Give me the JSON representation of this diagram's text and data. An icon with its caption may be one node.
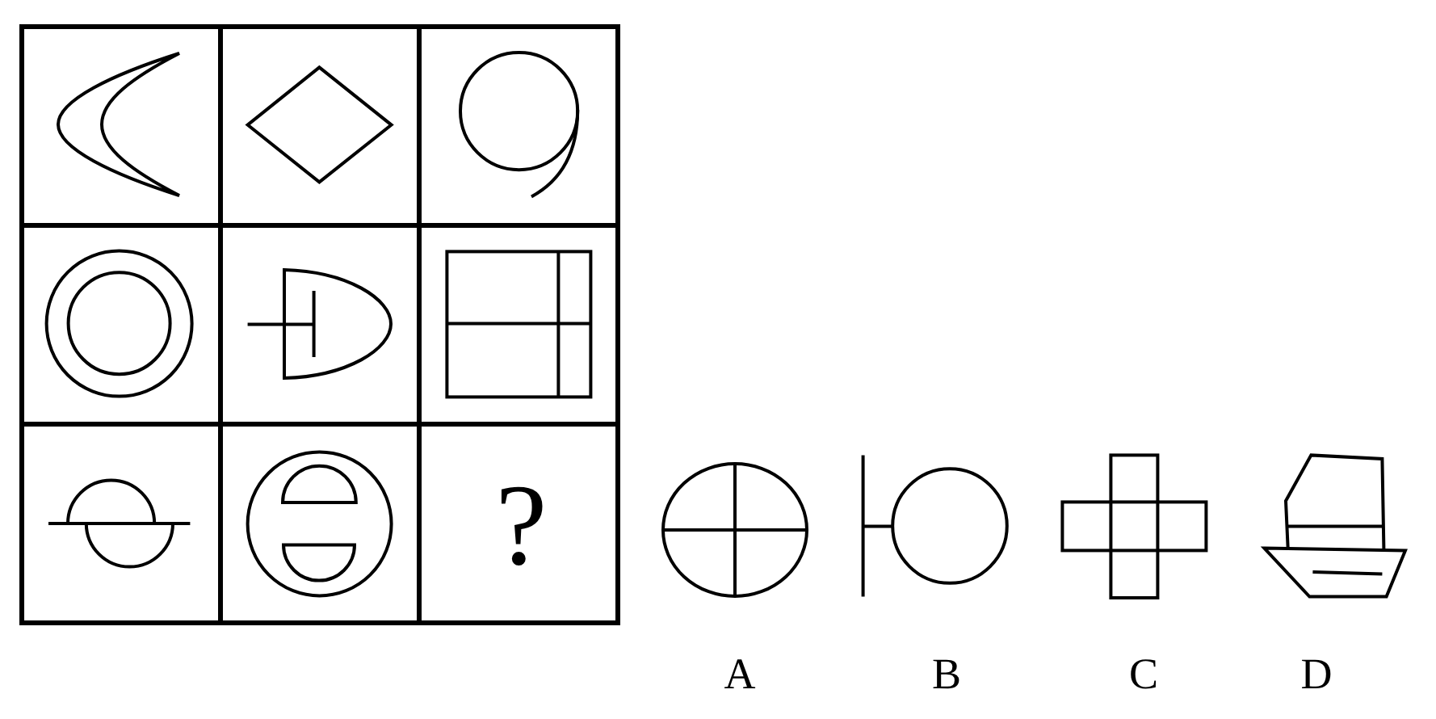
{
  "diagram": {
    "nodes": [
      {
        "text": [],
        "shape": "box"
      },
      {
        "text": [],
        "shape": "box"
      },
      {
        "text": [],
        "shape": "box"
      },
      {
        "text": [],
        "shape": "box"
      },
      {
        "text": [],
        "shape": "box"
      },
      {
        "text": [],
        "shape": "box"
      },
      {
        "text": [],
        "shape": "box"
      },
      {
        "text": [],
        "shape": "box"
      },
      {
        "text": [
          "?"
        ]
      }
    ],
    "labels": [
      "A",
      "B",
      "C",
      "D"
    ]
  }
}
